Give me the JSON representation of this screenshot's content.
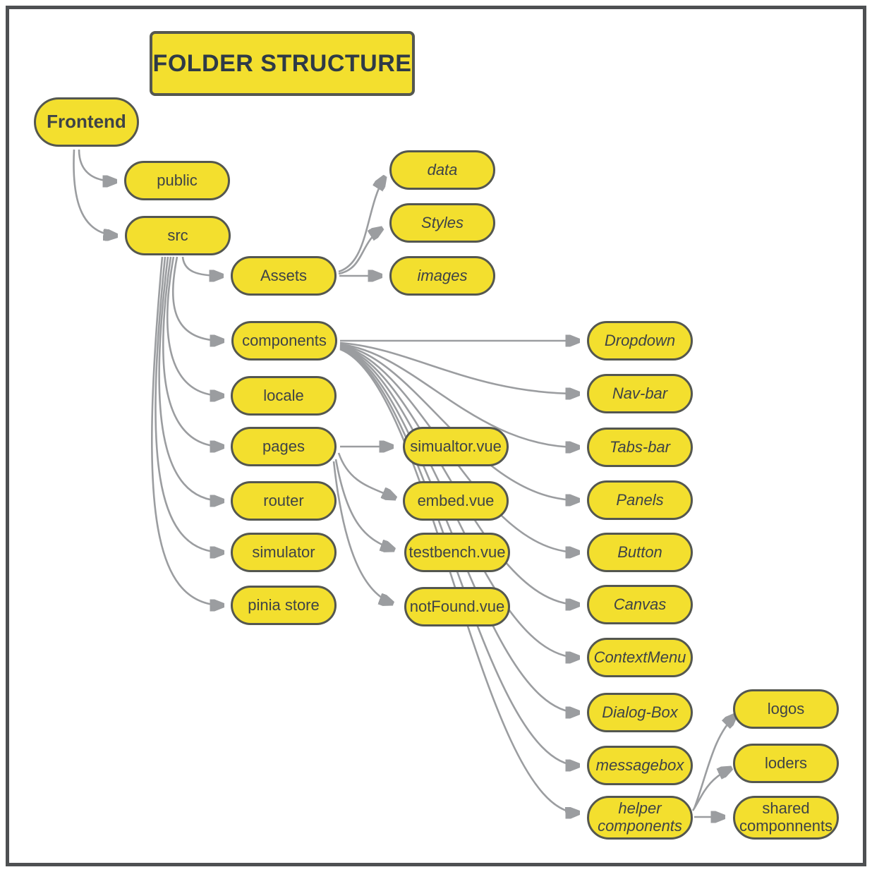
{
  "title": {
    "label": "FOLDER STRUCTURE"
  },
  "colors": {
    "canvas-bg": "#ffffff",
    "frame-border": "#4e5052",
    "node-fill": "#f3df2e",
    "node-border": "#545750",
    "node-text": "#3e4347",
    "title-text": "#2e3a47",
    "edge": "#9b9da0"
  },
  "nodes": {
    "frontend": {
      "label": "Frontend"
    },
    "public": {
      "label": "public"
    },
    "src": {
      "label": "src"
    },
    "assets": {
      "label": "Assets"
    },
    "data": {
      "label": "data"
    },
    "styles": {
      "label": "Styles"
    },
    "images": {
      "label": "images"
    },
    "components": {
      "label": "components"
    },
    "locale": {
      "label": "locale"
    },
    "pages": {
      "label": "pages"
    },
    "router": {
      "label": "router"
    },
    "simulator": {
      "label": "simulator"
    },
    "pinia_store": {
      "label": "pinia store"
    },
    "simualtor_vue": {
      "label": "simualtor.vue"
    },
    "embed_vue": {
      "label": "embed.vue"
    },
    "testbench_vue": {
      "label": "testbench.vue"
    },
    "notfound_vue": {
      "label": "notFound.vue"
    },
    "dropdown": {
      "label": "Dropdown"
    },
    "nav_bar": {
      "label": "Nav-bar"
    },
    "tabs_bar": {
      "label": "Tabs-bar"
    },
    "panels": {
      "label": "Panels"
    },
    "button": {
      "label": "Button"
    },
    "canvas": {
      "label": "Canvas"
    },
    "context_menu": {
      "label": "ContextMenu"
    },
    "dialog_box": {
      "label": "Dialog-Box"
    },
    "messagebox": {
      "label": "messagebox"
    },
    "helper_components": {
      "label": "helper components"
    },
    "logos": {
      "label": "logos"
    },
    "loders": {
      "label": "loders"
    },
    "shared_componnents": {
      "label": "shared componnents"
    }
  },
  "edges": [
    {
      "from": "Frontend",
      "to": "public"
    },
    {
      "from": "Frontend",
      "to": "src"
    },
    {
      "from": "src",
      "to": "Assets"
    },
    {
      "from": "src",
      "to": "components"
    },
    {
      "from": "src",
      "to": "locale"
    },
    {
      "from": "src",
      "to": "pages"
    },
    {
      "from": "src",
      "to": "router"
    },
    {
      "from": "src",
      "to": "simulator"
    },
    {
      "from": "src",
      "to": "pinia store"
    },
    {
      "from": "Assets",
      "to": "data"
    },
    {
      "from": "Assets",
      "to": "Styles"
    },
    {
      "from": "Assets",
      "to": "images"
    },
    {
      "from": "components",
      "to": "Dropdown"
    },
    {
      "from": "components",
      "to": "Nav-bar"
    },
    {
      "from": "components",
      "to": "Tabs-bar"
    },
    {
      "from": "components",
      "to": "Panels"
    },
    {
      "from": "components",
      "to": "Button"
    },
    {
      "from": "components",
      "to": "Canvas"
    },
    {
      "from": "components",
      "to": "ContextMenu"
    },
    {
      "from": "components",
      "to": "Dialog-Box"
    },
    {
      "from": "components",
      "to": "messagebox"
    },
    {
      "from": "components",
      "to": "helper components"
    },
    {
      "from": "pages",
      "to": "simualtor.vue"
    },
    {
      "from": "pages",
      "to": "embed.vue"
    },
    {
      "from": "pages",
      "to": "testbench.vue"
    },
    {
      "from": "pages",
      "to": "notFound.vue"
    },
    {
      "from": "helper components",
      "to": "logos"
    },
    {
      "from": "helper components",
      "to": "loders"
    },
    {
      "from": "helper components",
      "to": "shared componnents"
    }
  ]
}
